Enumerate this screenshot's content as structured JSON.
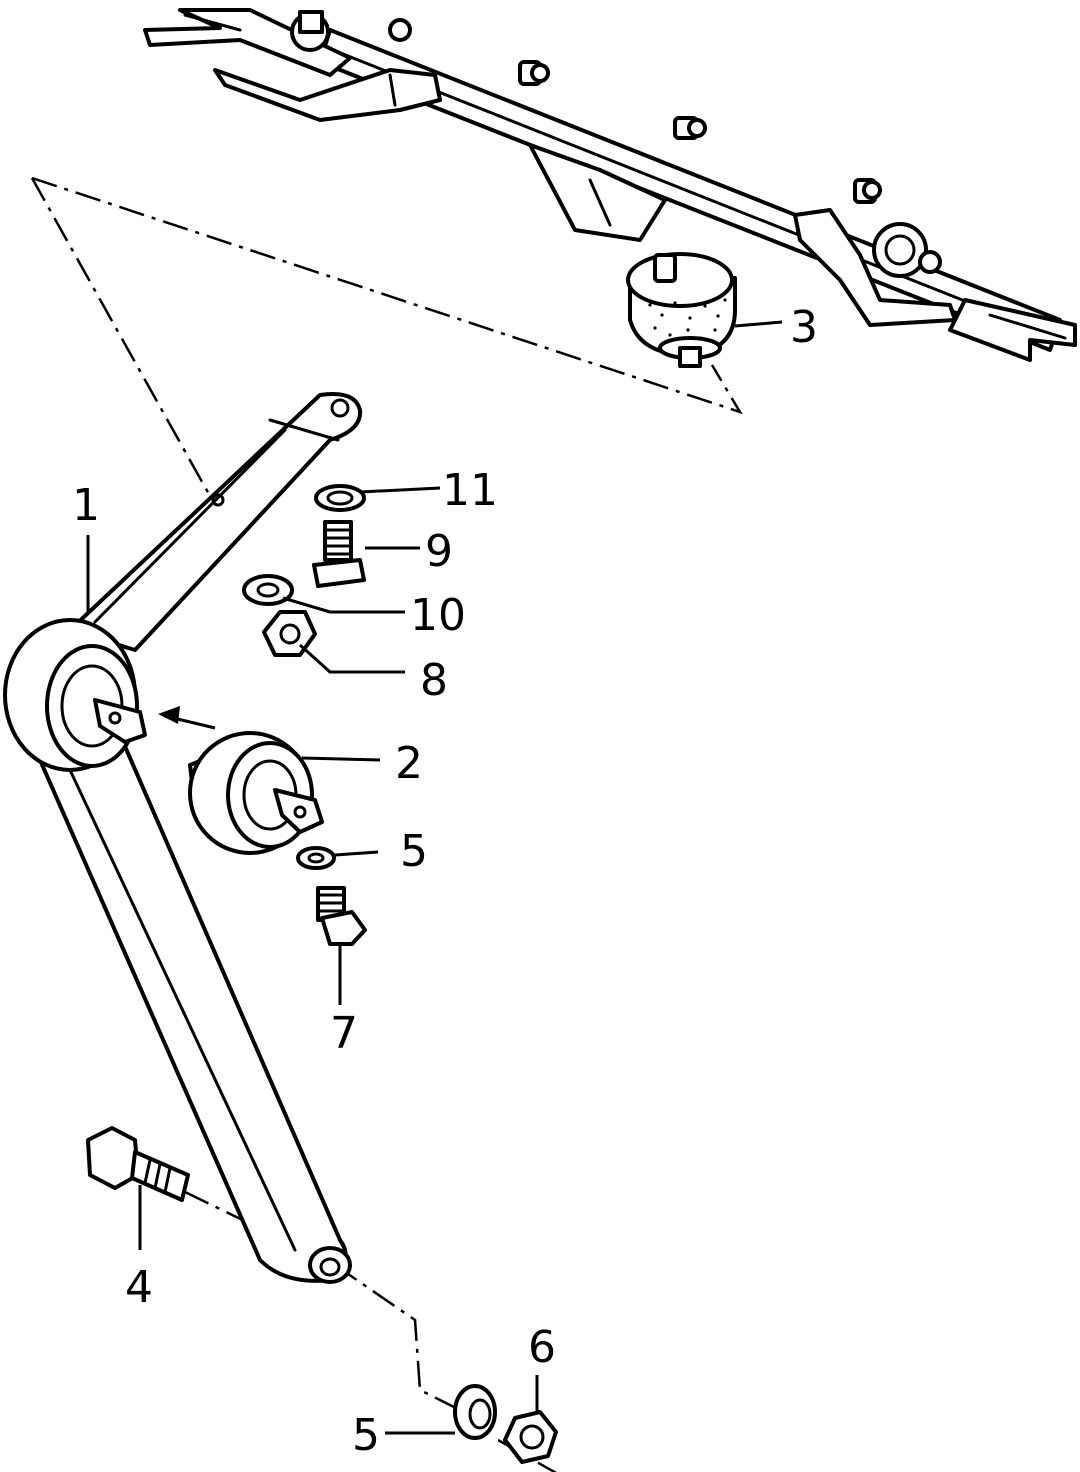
{
  "colors": {
    "ink": "#000000",
    "paper": "#ffffff"
  },
  "callouts": {
    "c1": "1",
    "c2": "2",
    "c3": "3",
    "c4": "4",
    "c5a": "5",
    "c5b": "5",
    "c6": "6",
    "c7": "7",
    "c8": "8",
    "c9": "9",
    "c10": "10",
    "c11": "11"
  }
}
